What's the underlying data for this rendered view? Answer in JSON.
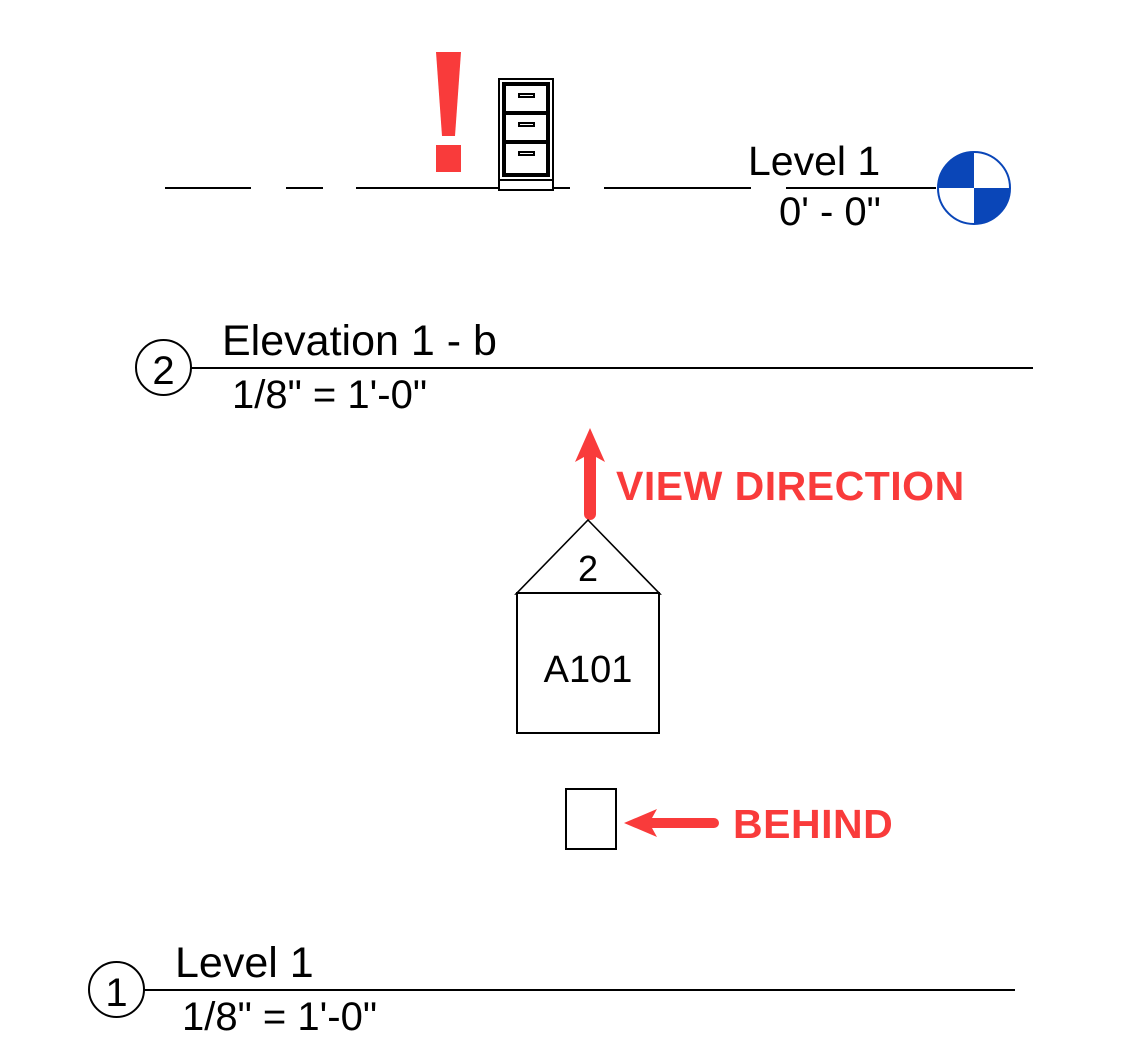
{
  "document": {
    "kind": "architectural-drawing-sheet",
    "background_color": "#ffffff",
    "line_color": "#000000",
    "annotation_color": "#f93b3b",
    "orientation_symbol_color": "#0a46b8"
  },
  "elevation_view": {
    "level_label": "Level 1",
    "level_elevation": "0' - 0\"",
    "furniture_icon": "file-cabinet-icon",
    "warning_icon": "exclamation-mark-icon",
    "orientation_icon": "quadrant-circle-icon"
  },
  "elevation_title": {
    "number": "2",
    "name": "Elevation 1 - b",
    "scale": "1/8\" = 1'-0\""
  },
  "plan_view": {
    "elevation_tag": {
      "view_number": "2",
      "sheet_number": "A101",
      "arrow_icon": "up-arrow-icon"
    },
    "furniture_outline": "furniture-plan-rectangle"
  },
  "plan_title": {
    "number": "1",
    "name": "Level 1",
    "scale": "1/8\" = 1'-0\""
  },
  "annotations": [
    {
      "id": "view-direction",
      "label": "VIEW DIRECTION",
      "arrow": "up-arrow-icon"
    },
    {
      "id": "behind",
      "label": "BEHIND",
      "arrow": "left-arrow-icon"
    }
  ]
}
